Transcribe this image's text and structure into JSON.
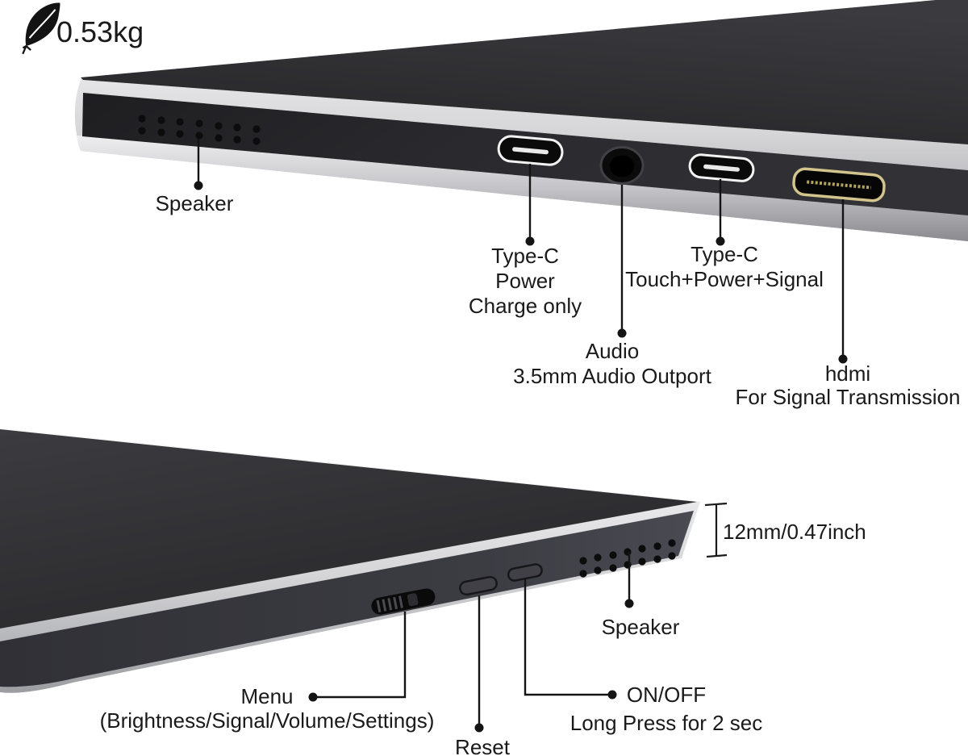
{
  "page": {
    "background": "#ffffff"
  },
  "colors": {
    "body_dark": "#2e2e31",
    "edge_silver": "#d9d9db",
    "hdmi_gold": "#d2c48c",
    "hdmi_gold_dark": "#b3a360",
    "usb_white": "#f2f2f2",
    "label_text": "#1a1a1a",
    "callout_line": "#141414"
  },
  "weight": {
    "value": "0.53kg"
  },
  "top_view": {
    "speaker_label": "Speaker",
    "typec_power": {
      "line1": "Type-C",
      "line2": "Power",
      "line3": "Charge only"
    },
    "audio": {
      "line1": "Audio",
      "line2": "3.5mm Audio Outport"
    },
    "typec_touch": {
      "line1": "Type-C",
      "line2": "Touch+Power+Signal"
    },
    "hdmi": {
      "line1": "hdmi",
      "line2": "For Signal Transmission"
    }
  },
  "bottom_view": {
    "thickness_label": "12mm/0.47inch",
    "speaker_label": "Speaker",
    "menu": {
      "line1": "Menu",
      "line2": "(Brightness/Signal/Volume/Settings)"
    },
    "reset_label": "Reset",
    "onoff": {
      "line1": "ON/OFF",
      "line2": "Long Press for 2 sec"
    }
  }
}
